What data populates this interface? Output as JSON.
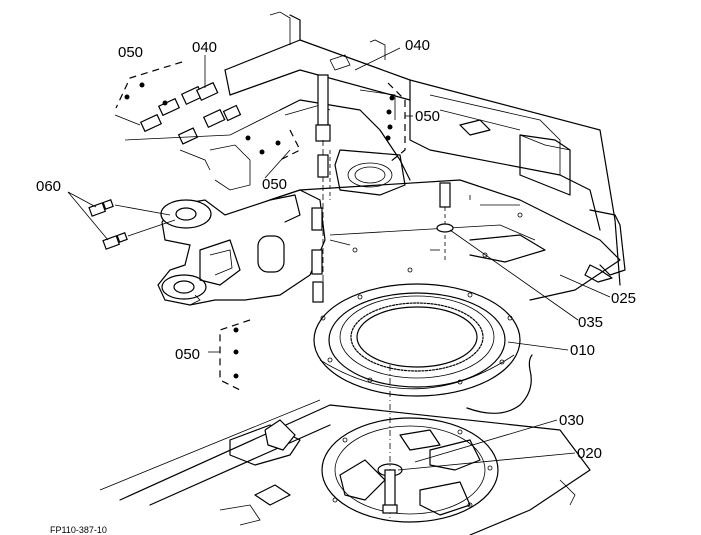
{
  "callouts": {
    "c050_top": "050",
    "c040_left": "040",
    "c040_right": "040",
    "c050_right": "050",
    "c050_mid": "050",
    "c060": "060",
    "c025": "025",
    "c035": "035",
    "c010": "010",
    "c050_bottom": "050",
    "c030": "030",
    "c020": "020"
  },
  "figure_code": "FP110-387-10"
}
